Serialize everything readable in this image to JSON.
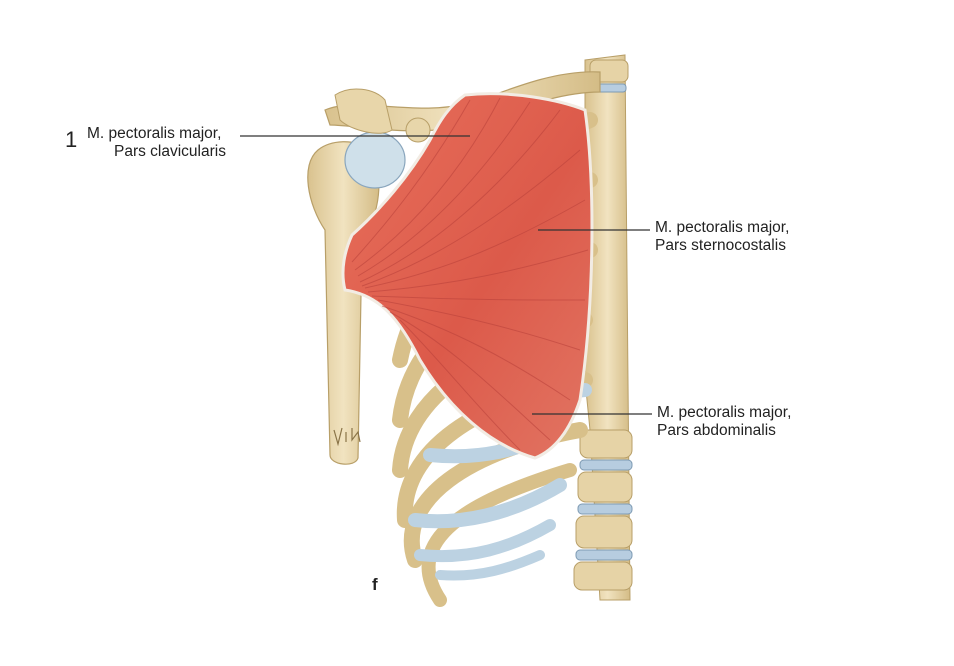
{
  "labels": {
    "clavicular": {
      "number": "1",
      "line1": "M. pectoralis major,",
      "line2": "Pars clavicularis"
    },
    "sternocostal": {
      "line1": "M. pectoralis major,",
      "line2": "Pars sternocostalis"
    },
    "abdominal": {
      "line1": "M. pectoralis major,",
      "line2": "Pars abdominalis"
    }
  },
  "panel_letter": "f",
  "signature": "Vinke",
  "colors": {
    "muscle": "#e0604f",
    "muscle_dark": "#b83a30",
    "bone": "#ecdcb4",
    "bone_shadow": "#c9b27e",
    "cartilage": "#bcd2e2",
    "leader_line": "#333333"
  }
}
